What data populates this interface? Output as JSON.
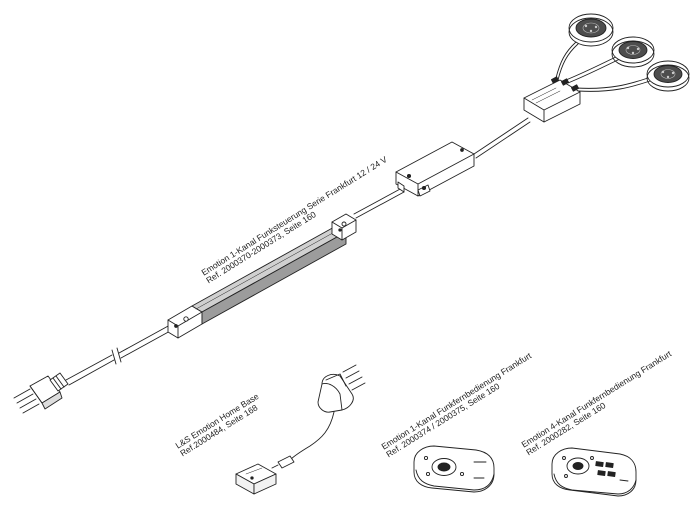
{
  "labels": {
    "controller": {
      "line1": "Emotion 1-Kanal Funksteuerung Serie Frankfurt 12 / 24 V",
      "line2": "Ref. 2000370-2000373, Seite 160"
    },
    "home_base": {
      "line1": "L&S Emotion Home Base",
      "line2": "Ref.2000484, Seite 168"
    },
    "remote_1ch": {
      "line1": "Emotion 1-Kanal Funkfernbedienung Frankfurt",
      "line2": "Ref. 2000374 / 2000375, Seite 160"
    },
    "remote_4ch": {
      "line1": "Emotion 4-Kanal Funkfernbedienung Frankfurt",
      "line2": "Ref. 2000282, Seite 160"
    }
  },
  "colors": {
    "line": "#222222",
    "driver_fill": "#b9b9b9",
    "light_fill": "#5a5a5a"
  },
  "icons": [
    "plug-icon",
    "driver-icon",
    "receiver-icon",
    "distributor-icon",
    "spotlight-icon",
    "adapter-icon",
    "home-base-icon",
    "remote-1ch-icon",
    "remote-4ch-icon"
  ]
}
